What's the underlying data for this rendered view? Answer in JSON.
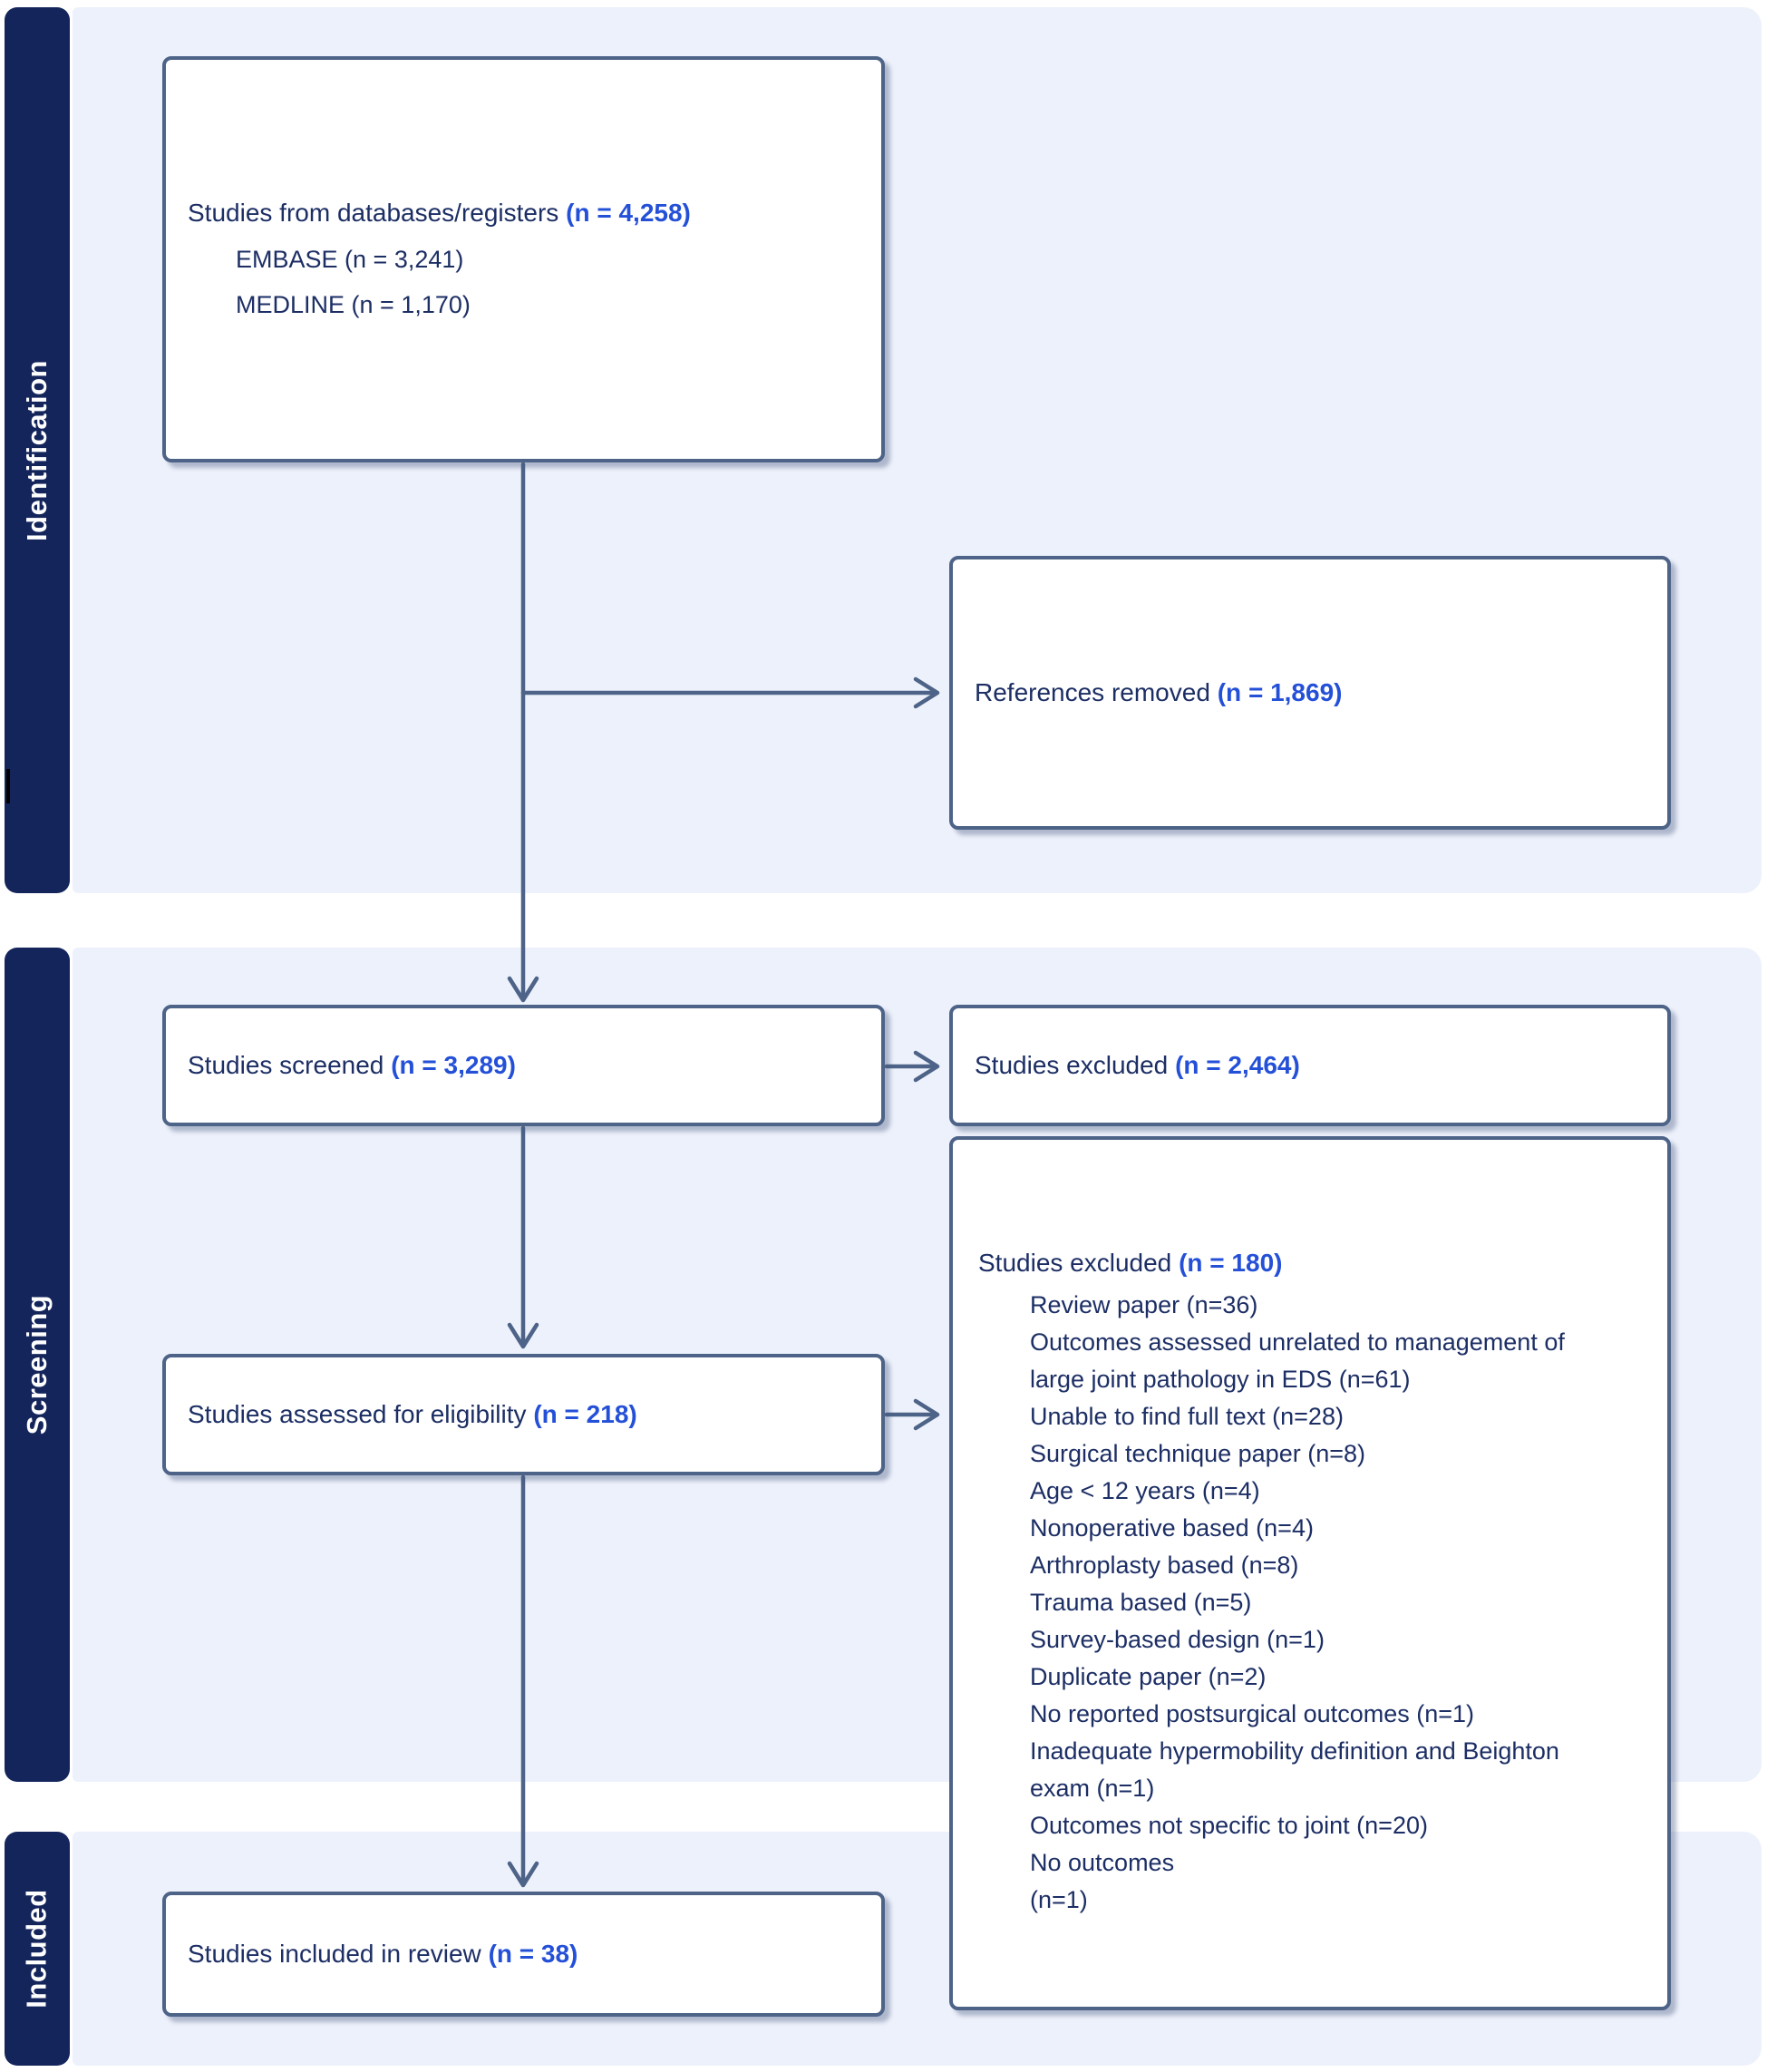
{
  "colors": {
    "phase_tab_bg": "#14255b",
    "phase_band_bg": "#edf1fb",
    "box_border": "#4d6387",
    "arrow": "#4d6387",
    "text_dark": "#1c2e64",
    "accent_blue": "#2450d8"
  },
  "sidebar": {
    "phases": [
      "Identification",
      "Screening",
      "Included"
    ]
  },
  "boxes": {
    "databases": {
      "text": "Studies from databases/registers",
      "value": "(n = 4,258)",
      "sources": [
        "EMBASE (n = 3,241)",
        "MEDLINE (n = 1,170)"
      ]
    },
    "references_removed": {
      "text": "References removed",
      "value": "(n = 1,869)"
    },
    "screened": {
      "text": "Studies screened",
      "value": "(n = 3,289)"
    },
    "excluded_screening": {
      "text": "Studies excluded",
      "value": "(n = 2,464)"
    },
    "assessed": {
      "text": "Studies assessed for eligibility",
      "value": "(n = 218)"
    },
    "excluded_eligibility": {
      "text": "Studies excluded",
      "value": "(n = 180)",
      "reasons": [
        "Review paper (n=36)",
        "Outcomes assessed unrelated to management of\nlarge joint pathology in EDS (n=61)",
        "Unable to find full text (n=28)",
        "Surgical technique paper (n=8)",
        "Age < 12 years (n=4)",
        "Nonoperative based (n=4)",
        "Arthroplasty based (n=8)",
        "Trauma based (n=5)",
        "Survey-based design (n=1)",
        "Duplicate paper (n=2)",
        "No reported postsurgical outcomes (n=1)",
        "Inadequate hypermobility definition and Beighton\nexam (n=1)",
        "Outcomes not specific to joint (n=20)",
        "No outcomes\n(n=1)"
      ]
    },
    "included": {
      "text": "Studies included in review",
      "value": "(n = 38)"
    }
  }
}
